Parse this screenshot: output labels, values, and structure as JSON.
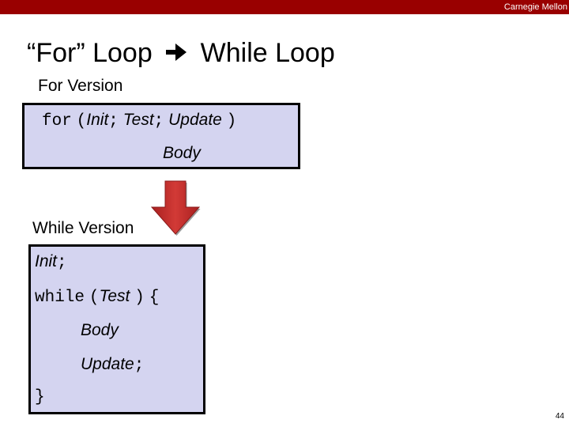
{
  "header": {
    "brand": "Carnegie Mellon"
  },
  "slide": {
    "title_left": "“For” Loop",
    "title_right": "While Loop",
    "for_version_label": "For Version",
    "for_box": {
      "kw_for": "for",
      "open_paren": "(",
      "init": "Init",
      "semi1": ";",
      "test": "Test",
      "semi2": ";",
      "update": "Update",
      "close_paren": ")",
      "body": "Body"
    },
    "while_version_label": "While Version",
    "while_box": {
      "init": "Init",
      "init_semi": ";",
      "kw_while": "while",
      "open_paren": "(",
      "test": "Test",
      "close_paren": ")",
      "open_brace": "{",
      "body": "Body",
      "update": "Update",
      "update_semi": ";",
      "close_brace": "}"
    },
    "page_number": "44"
  },
  "colors": {
    "header_bar": "#990000",
    "code_box": "#d4d4f0",
    "arrow": "#c0302e"
  }
}
